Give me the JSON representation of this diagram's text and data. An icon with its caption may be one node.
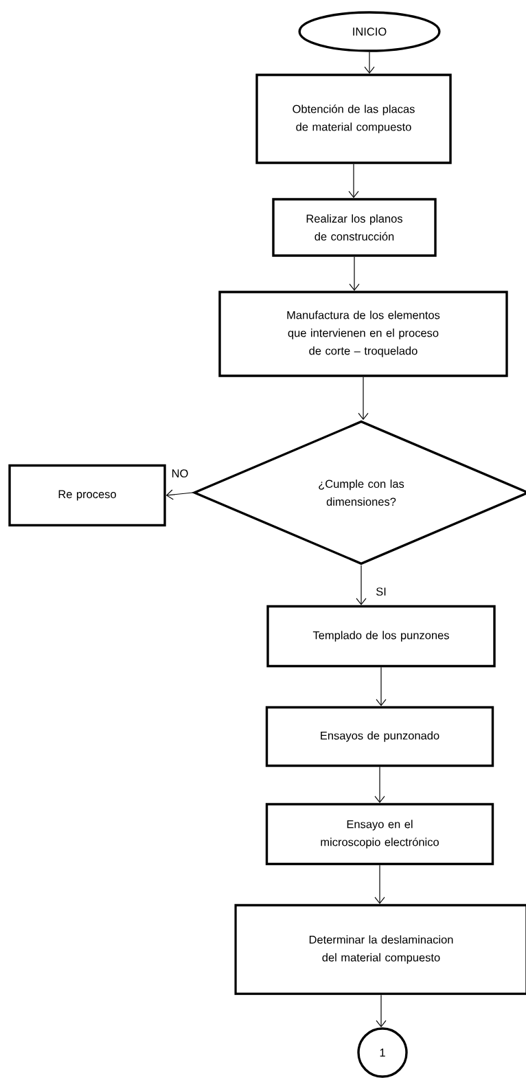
{
  "diagram": {
    "nodes": [
      {
        "text": [
          "INICIO"
        ]
      },
      {
        "text": [
          "Obtención de las placas de material compuesto"
        ]
      },
      {
        "text": [
          "Realizar los planos de construcción"
        ]
      },
      {
        "text": [
          "Manufactura de los elementos que intervienen en el proceso de corte – troquelado"
        ]
      },
      {
        "text": [
          "¿Cumple con las dimensiones?"
        ]
      },
      {
        "text": [
          "Re proceso"
        ]
      },
      {
        "text": [
          "Templado de los punzones"
        ]
      },
      {
        "text": [
          "Ensayos de punzonado"
        ]
      },
      {
        "text": [
          "Ensayo en el microscopio electrónico"
        ]
      },
      {
        "text": [
          "Determinar la deslaminacion del material compuesto"
        ]
      },
      {
        "text": [
          "1"
        ]
      }
    ],
    "edges": [
      {
        "from": 0,
        "to": 1,
        "arrow": "to"
      },
      {
        "from": 1,
        "to": 2,
        "arrow": "to"
      },
      {
        "from": 2,
        "to": 3,
        "arrow": "to"
      },
      {
        "from": 3,
        "to": 4,
        "arrow": "to"
      },
      {
        "from": 4,
        "to": 5,
        "arrow": "to",
        "label": "NO"
      },
      {
        "from": 4,
        "to": 6,
        "arrow": "to",
        "label": "SI"
      },
      {
        "from": 6,
        "to": 7,
        "arrow": "to"
      },
      {
        "from": 7,
        "to": 8,
        "arrow": "to"
      },
      {
        "from": 8,
        "to": 9,
        "arrow": "to"
      },
      {
        "from": 9,
        "to": 10,
        "arrow": "to"
      }
    ]
  }
}
